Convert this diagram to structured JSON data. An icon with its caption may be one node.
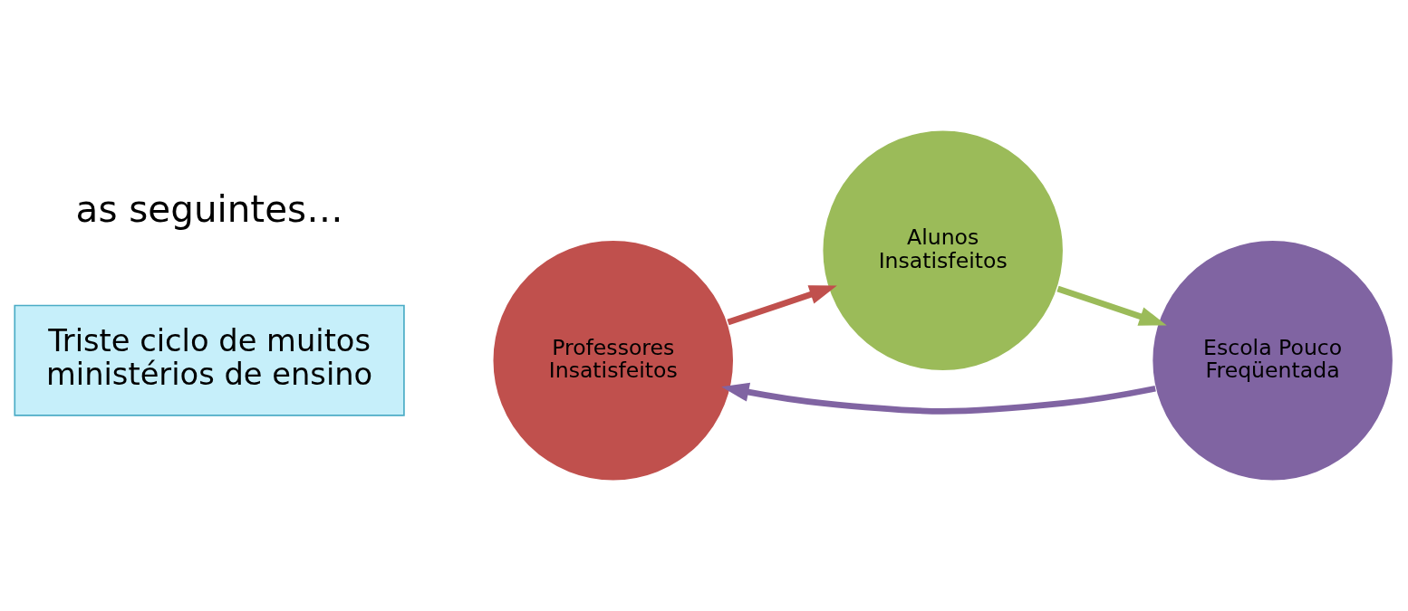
{
  "diagram": {
    "nodes": [
      {
        "text": [
          "Triste ciclo de muitos ministérios de ensino"
        ]
      },
      {
        "text": [
          "Professores Insatisfeitos"
        ]
      },
      {
        "text": [
          "Alunos Insatisfeitos"
        ]
      },
      {
        "text": [
          "Escola Pouco Freqüentada"
        ]
      }
    ],
    "edges": [
      {
        "from": 1,
        "to": 2,
        "arrow": "to",
        "color": "#c0504d"
      },
      {
        "from": 2,
        "to": 3,
        "arrow": "to",
        "color": "#9bbb59"
      },
      {
        "from": 3,
        "to": 1,
        "arrow": "to",
        "color": "#8064a2"
      }
    ],
    "labels": [
      "as seguintes…"
    ]
  }
}
